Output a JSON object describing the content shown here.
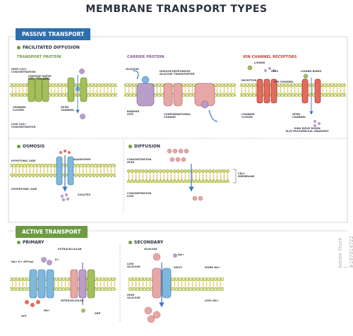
{
  "title": "MEMBRANE TRANSPORT TYPES",
  "passive": {
    "banner": "PASSIVE TRANSPORT",
    "facilitated": "FACILITATED DIFFUSION",
    "transport_protein": {
      "heading": "TRANSPORT PROTEIN",
      "high": "HIGH CA2+ CONCENTRATION",
      "gate": "VOLTAGE-GATED CA2+ CHANNEL",
      "closed": "CHANNEL CLOSED",
      "open": "OPEN CHANNEL",
      "low": "LOW CA2+ CONCENTRATION"
    },
    "carrier": {
      "heading": "CARRIER PROTEIN",
      "glucose": "GLUCOSE",
      "insulin": "INSULIN-RESPONSIVE GLUCOSE TRANSPORTER",
      "binding": "BINDING SITE",
      "conf": "CONFORMATIONAL CHANGE"
    },
    "ion": {
      "heading": "ION CHANNEL RECEPTORS",
      "ligand": "LIGAND",
      "ions": "IONS",
      "binds": "LIGAND BINDS",
      "receptor": "RECEPTOR",
      "ion_channel": "ION CHANNEL",
      "closed": "CHANNEL CLOSED",
      "open": "OPEN CHANNEL",
      "gradient": "IONS MOVE DOWN ELECTROCHEMICAL GRADIENT"
    },
    "osmosis": {
      "heading": "OSMOSIS",
      "aquaporin": "AQUAPORIN",
      "hypotonic": "HYPOTONIC SIDE",
      "hypertonic": "HYPERTONIC SIDE",
      "solutes": "SOLUTES"
    },
    "diffusion": {
      "heading": "DIFFUSION",
      "high": "CONCENTRATION HIGH",
      "low": "CONCENTRATION LOW",
      "membrane": "CELL MEMBRANE"
    }
  },
  "active": {
    "banner": "ACTIVE TRANSPORT",
    "primary": {
      "heading": "PRIMARY",
      "extra": "EXTRACELLULAR",
      "pump": "NA+ K+ ATPase",
      "k": "K+",
      "intra": "INTRACELLULAR",
      "na": "NA+",
      "atp": "ATP",
      "adp": "ADP"
    },
    "secondary": {
      "heading": "SECONDARY",
      "glucose": "GLUCOSE",
      "na": "NA+",
      "low_glucose": "LOW GLUCOSE",
      "sglt": "SGLT1",
      "more_na": "MORE NA+",
      "high_glucose": "HIGH GLUCOSE",
      "less_na": "LESS NA+"
    }
  },
  "colors": {
    "banner_blue": "#2c6fae",
    "banner_green": "#6d9b43",
    "head_green": "#d2dc7a",
    "head_edge": "#9aa848",
    "tail": "#e5c867",
    "protein_blue": "#7eb8de",
    "protein_green": "#a3c05a",
    "protein_purple": "#b99ec9",
    "protein_pink": "#e7a7a6",
    "ion_red": "#e36a5f"
  },
  "watermark": "Adobe Stock | #197014722"
}
